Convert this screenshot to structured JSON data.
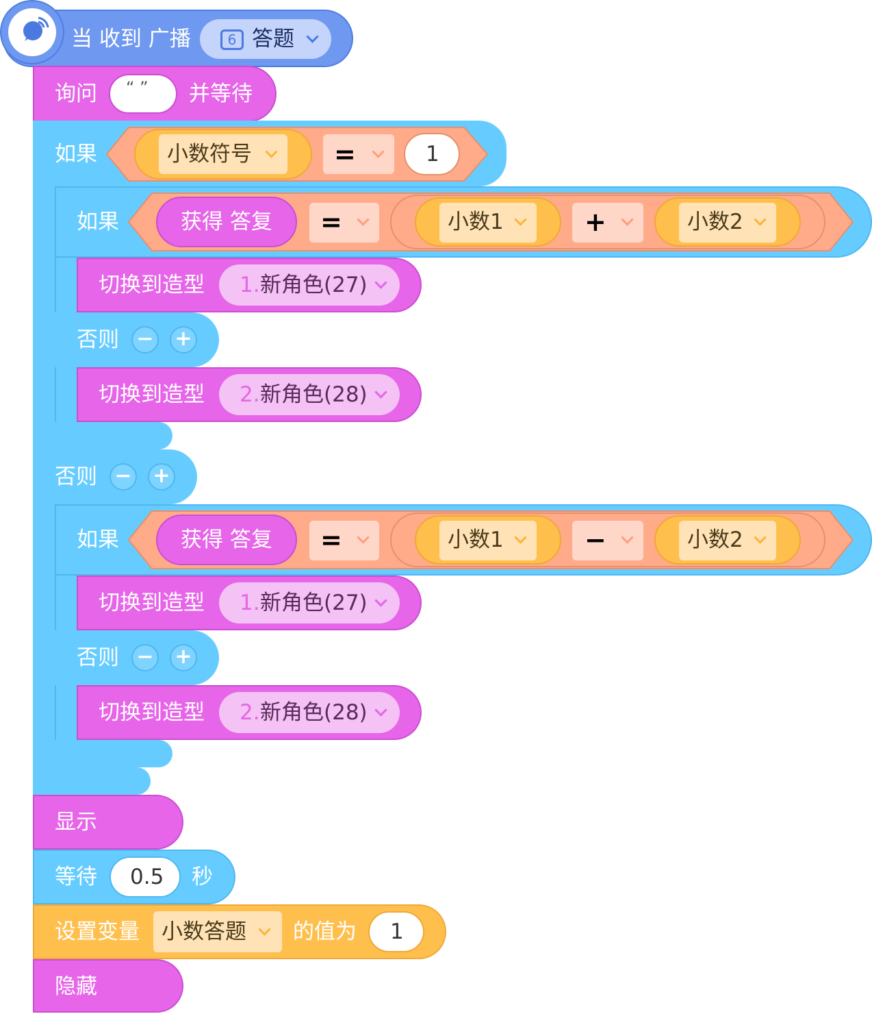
{
  "event": {
    "label": "当 收到 广播",
    "broadcast_index": "6",
    "broadcast_name": "答题"
  },
  "ask": {
    "label": "询问",
    "value": "“ ”",
    "suffix": "并等待"
  },
  "if_outer": {
    "if_label": "如果",
    "var": "小数符号",
    "op": "=",
    "value": "1",
    "else_label": "否则"
  },
  "if_inner_1": {
    "if_label": "如果",
    "left": "获得 答复",
    "op": "=",
    "a": "小数1",
    "arith": "+",
    "b": "小数2",
    "then": {
      "label": "切换到造型",
      "index": "1.",
      "costume": "新角色(27)"
    },
    "else_label": "否则",
    "else": {
      "label": "切换到造型",
      "index": "2.",
      "costume": "新角色(28)"
    }
  },
  "if_inner_2": {
    "if_label": "如果",
    "left": "获得 答复",
    "op": "=",
    "a": "小数1",
    "arith": "−",
    "b": "小数2",
    "then": {
      "label": "切换到造型",
      "index": "1.",
      "costume": "新角色(27)"
    },
    "else_label": "否则",
    "else": {
      "label": "切换到造型",
      "index": "2.",
      "costume": "新角色(28)"
    }
  },
  "show": {
    "label": "显示"
  },
  "wait": {
    "label": "等待",
    "value": "0.5",
    "unit": "秒"
  },
  "set_var": {
    "label": "设置变量",
    "var": "小数答题",
    "mid": "的值为",
    "value": "1"
  },
  "hide": {
    "label": "隐藏"
  },
  "minus_sign": "−",
  "plus_sign": "+",
  "colors": {
    "event": "#6f98f0",
    "looks": "#e665e8",
    "control": "#66ccff",
    "operator": "#ffab8a",
    "variable": "#ffbf4d"
  }
}
